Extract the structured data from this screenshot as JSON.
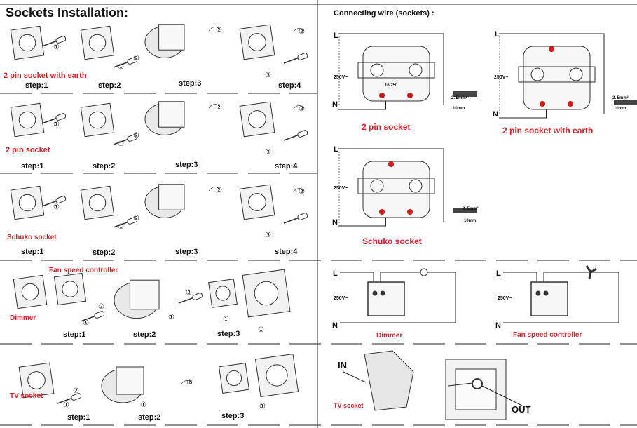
{
  "left": {
    "title": "Sockets Installation:",
    "rows": [
      {
        "label": "2 pin socket  with earth",
        "steps": [
          "step:1",
          "step:2",
          "step:3",
          "step:4"
        ]
      },
      {
        "label": "2 pin socket",
        "steps": [
          "step:1",
          "step:2",
          "step:3",
          "step:4"
        ]
      },
      {
        "label": "Schuko socket",
        "steps": [
          "step:1",
          "step:2",
          "step:3",
          "step:4"
        ]
      },
      {
        "label": "Fan speed controller",
        "label2": "Dimmer",
        "steps": [
          "step:1",
          "step:2",
          "step:3"
        ]
      },
      {
        "label": "TV socket",
        "steps": [
          "step:1",
          "step:2",
          "step:3"
        ]
      }
    ],
    "callouts": [
      "①",
      "②",
      "③"
    ]
  },
  "right": {
    "title": "Connecting  wire (sockets) :",
    "line_label": "L",
    "neutral_label": "N",
    "voltage": "250V~",
    "wire_section": "2. 5mm²",
    "strip_length": "10mm",
    "rating": "16/250",
    "diagrams": {
      "two_pin": "2 pin socket",
      "two_pin_earth": "2 pin socket  with earth",
      "schuko": "Schuko socket",
      "dimmer": "Dimmer",
      "fan": "Fan speed controller",
      "tv": "TV socket",
      "tv_in": "IN",
      "tv_out": "OUT"
    }
  },
  "colors": {
    "accent": "#e0202a",
    "terminal": "#d01818",
    "ink": "#222222"
  }
}
